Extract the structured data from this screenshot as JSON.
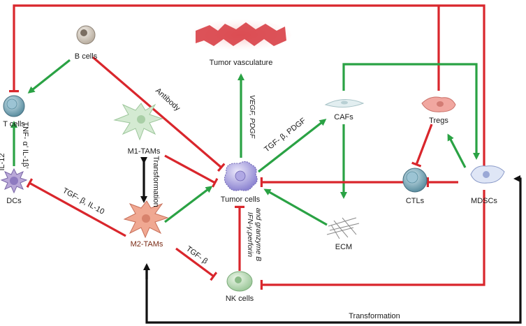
{
  "nodes": {
    "b_cells": "B cells",
    "t_cells": "T cells",
    "dcs": "DCs",
    "m1_tams": "M1-TAMs",
    "m2_tams": "M2-TAMs",
    "tumor_cells": "Tumor cells",
    "tumor_vasculature": "Tumor vasculature",
    "nk_cells": "NK cells",
    "cafs": "CAFs",
    "ecm": "ECM",
    "tregs": "Tregs",
    "ctls": "CTLs",
    "mdscs": "MDSCs"
  },
  "edge_labels": {
    "antibody": "Antibody",
    "vegf_pdgf": "VEGF, PDGF",
    "tgf_pdgf": "TGF- β, PDGF",
    "transformation_vertical": "Transformation",
    "tgf_il10": "TGF- β, IL-10",
    "tgf_beta": "TGF- β",
    "tnf_il1b": "TNF- α’ IL-1β’",
    "il12": "IL-12",
    "ifn_line1": "IFN-γ,perforin",
    "ifn_line2": "and granzyme B",
    "transformation_bottom": "Transformation"
  },
  "colors": {
    "inhibition": "#d9262c",
    "promotion": "#2aa244",
    "transformation": "#111111"
  }
}
